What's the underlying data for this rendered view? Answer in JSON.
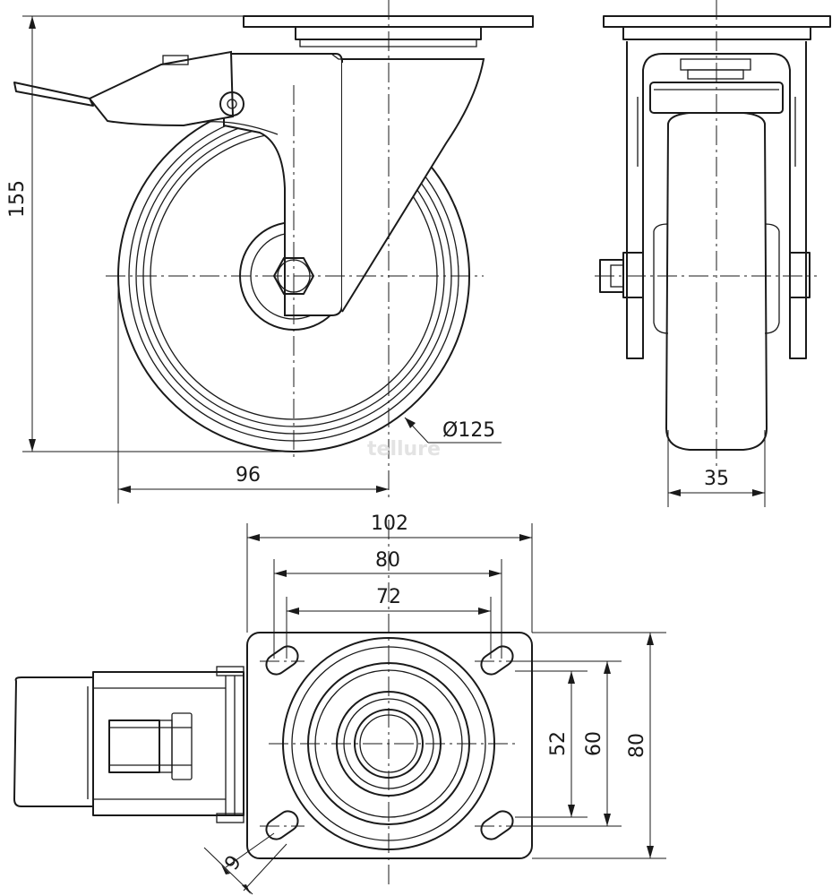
{
  "dimensions": {
    "height_total": "155",
    "offset": "96",
    "wheel_diameter": "Ø125",
    "wheel_width": "35",
    "plate_length": "102",
    "hole_spacing_long_outer": "80",
    "hole_spacing_long_inner": "72",
    "hole_spacing_short_inner": "52",
    "hole_spacing_short_outer": "60",
    "plate_width": "80",
    "slot_width": "9"
  },
  "watermark": "tellure"
}
